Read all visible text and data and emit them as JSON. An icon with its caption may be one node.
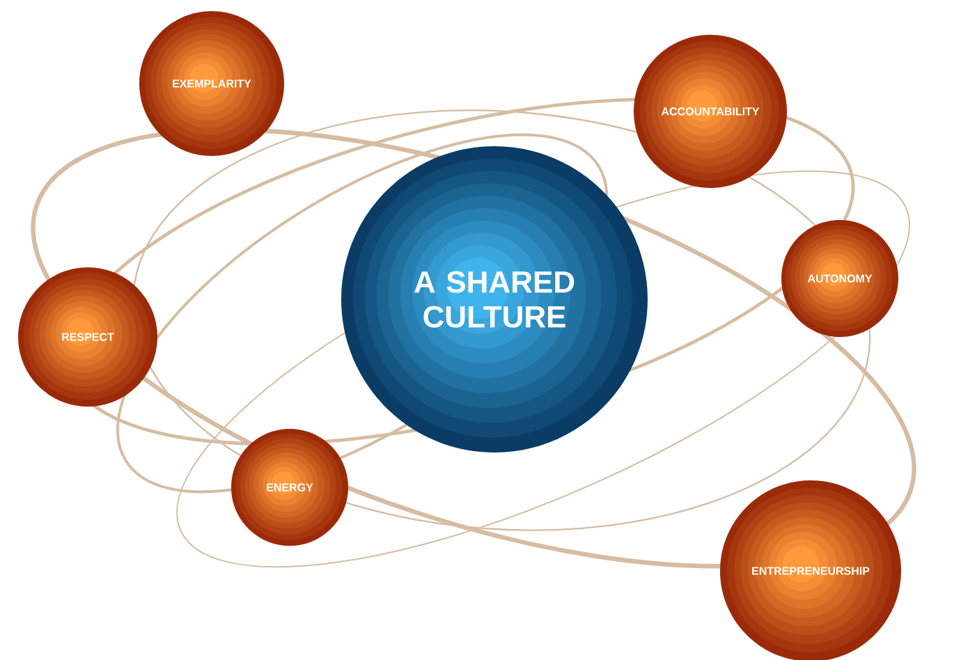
{
  "diagram": {
    "nodes": [
      {
        "text": [
          "EXEMPLARITY"
        ]
      },
      {
        "text": [
          "ACCOUNTABILITY"
        ]
      },
      {
        "text": [
          "A SHARED CULTURE"
        ]
      },
      {
        "text": [
          "AUTONOMY"
        ]
      },
      {
        "text": [
          "RESPECT"
        ]
      },
      {
        "text": [
          "ENERGY"
        ]
      },
      {
        "text": [
          "ENTREPRENEURSHIP"
        ]
      }
    ]
  }
}
